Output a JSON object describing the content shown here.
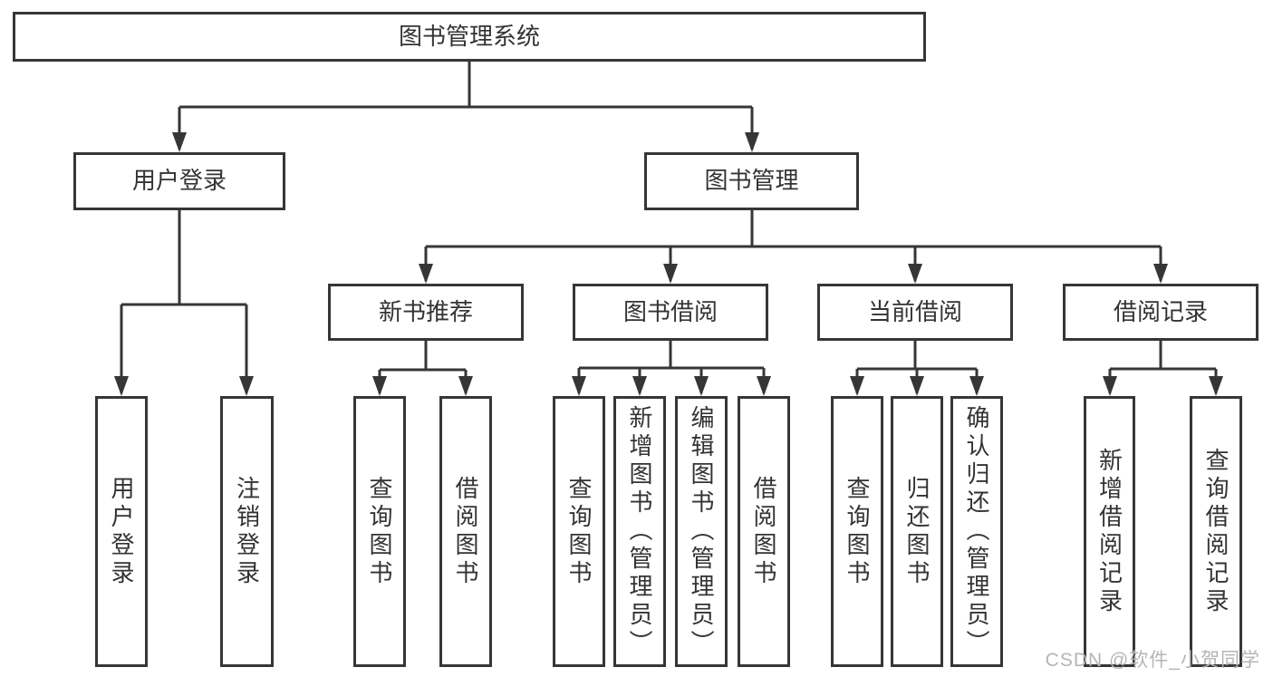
{
  "diagram_title": "图书管理系统",
  "colors": {
    "line": "#363636",
    "node_border": "#363636",
    "node_text": "#333333",
    "background": "#ffffff",
    "watermark": "#b5b5b5"
  },
  "tree": {
    "root": {
      "label": "图书管理系统"
    },
    "branches": [
      {
        "label": "用户登录",
        "children": [
          {
            "label": "用户登录"
          },
          {
            "label": "注销登录"
          }
        ]
      },
      {
        "label": "图书管理",
        "children": [
          {
            "label": "新书推荐",
            "children": [
              {
                "label": "查询图书"
              },
              {
                "label": "借阅图书"
              }
            ]
          },
          {
            "label": "图书借阅",
            "children": [
              {
                "label": "查询图书"
              },
              {
                "label": "新增图书（管理员）"
              },
              {
                "label": "编辑图书（管理员）"
              },
              {
                "label": "借阅图书"
              }
            ]
          },
          {
            "label": "当前借阅",
            "children": [
              {
                "label": "查询图书"
              },
              {
                "label": "归还图书"
              },
              {
                "label": "确认归还（管理员）"
              }
            ]
          },
          {
            "label": "借阅记录",
            "children": [
              {
                "label": "新增借阅记录"
              },
              {
                "label": "查询借阅记录"
              }
            ]
          }
        ]
      }
    ]
  },
  "watermark": {
    "text": "CSDN @软件_小贺同学"
  }
}
